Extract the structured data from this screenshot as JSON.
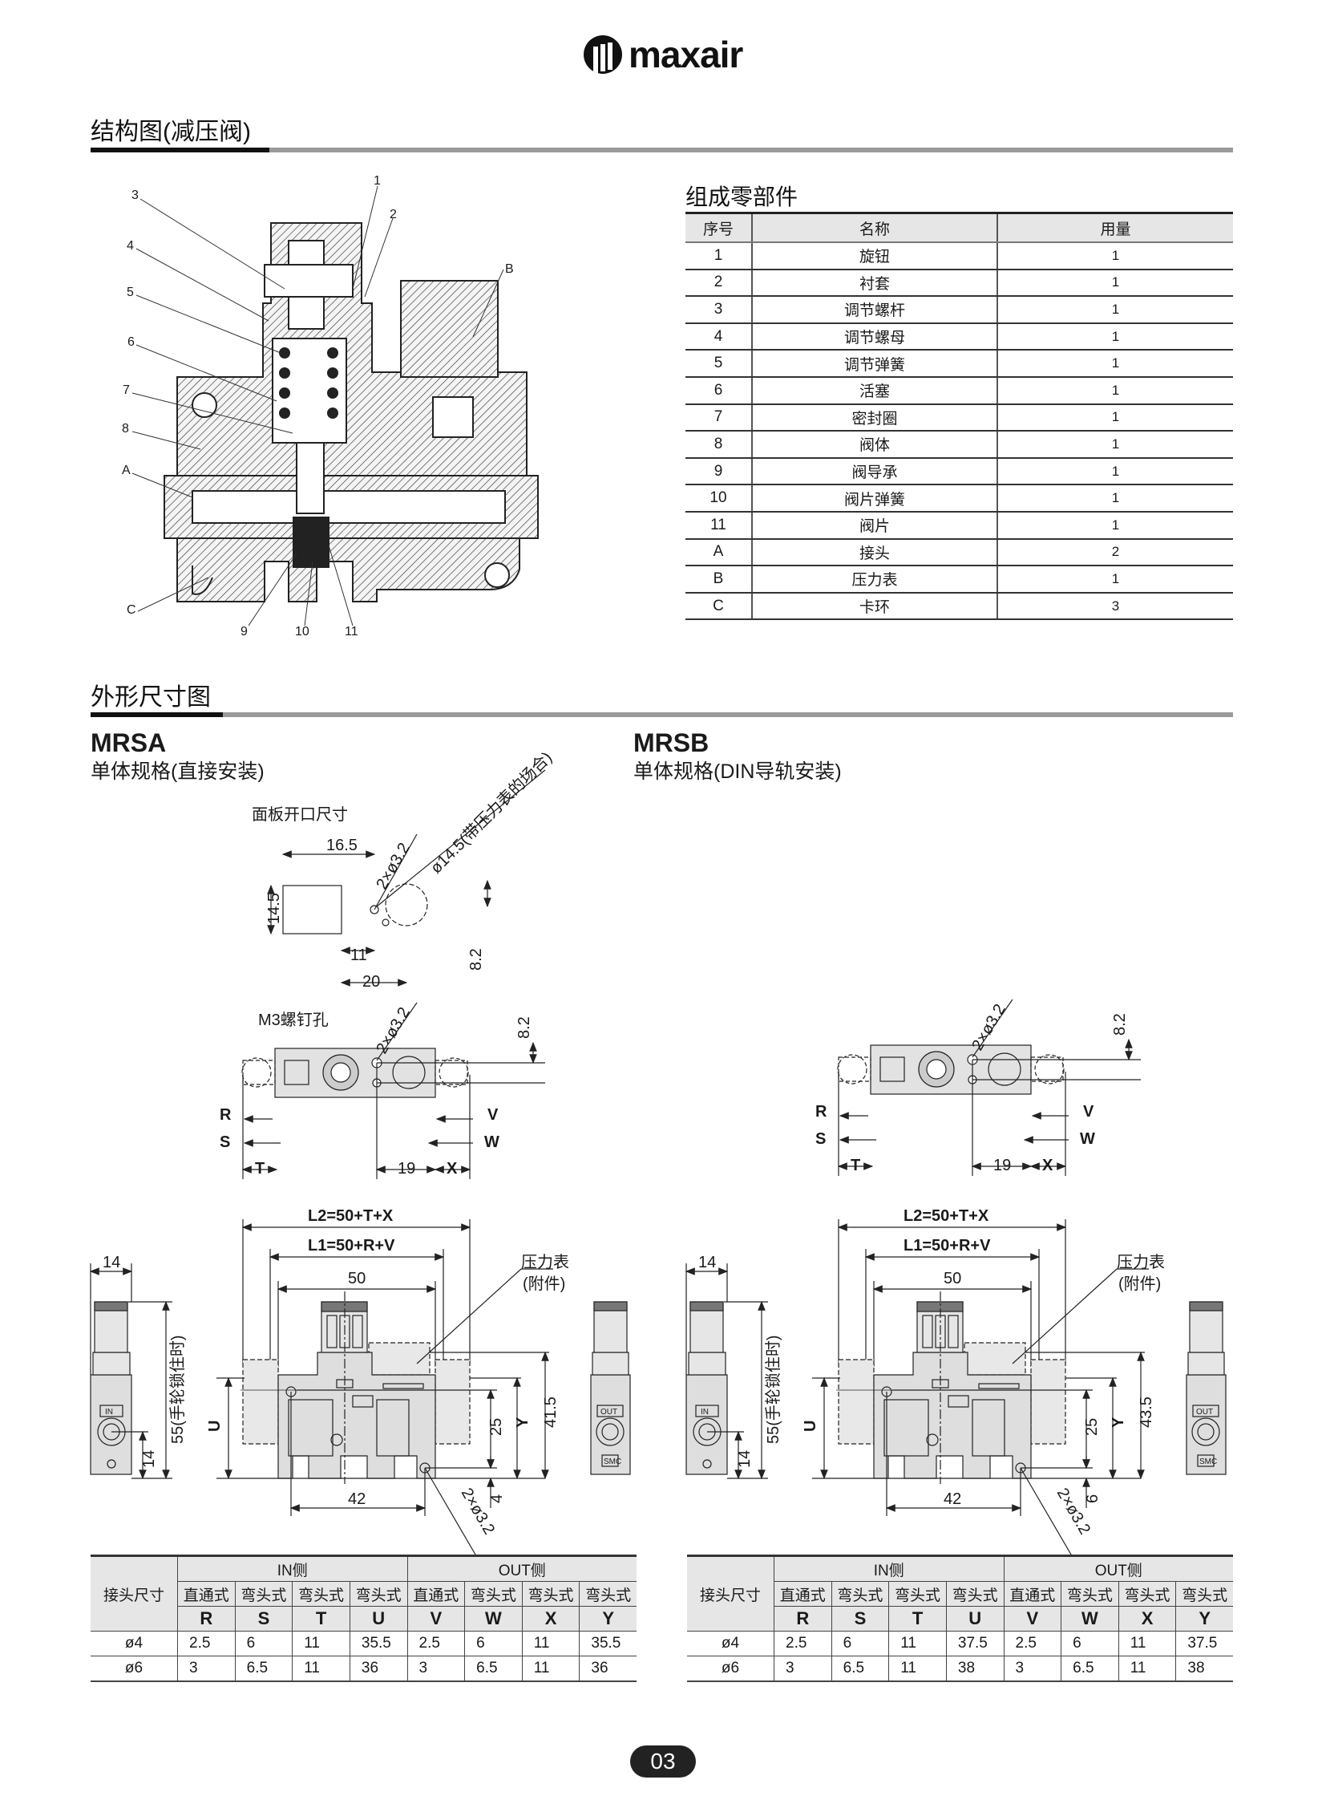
{
  "brand": {
    "name": "maxair"
  },
  "sections": {
    "structure_title": "结构图(减压阀)",
    "dimension_title": "外形尺寸图"
  },
  "parts": {
    "title": "组成零部件",
    "headers": [
      "序号",
      "名称",
      "用量"
    ],
    "rows": [
      [
        "1",
        "旋钮",
        "1"
      ],
      [
        "2",
        "衬套",
        "1"
      ],
      [
        "3",
        "调节螺杆",
        "1"
      ],
      [
        "4",
        "调节螺母",
        "1"
      ],
      [
        "5",
        "调节弹簧",
        "1"
      ],
      [
        "6",
        "活塞",
        "1"
      ],
      [
        "7",
        "密封圈",
        "1"
      ],
      [
        "8",
        "阀体",
        "1"
      ],
      [
        "9",
        "阀导承",
        "1"
      ],
      [
        "10",
        "阀片弹簧",
        "1"
      ],
      [
        "11",
        "阀片",
        "1"
      ],
      [
        "A",
        "接头",
        "2"
      ],
      [
        "B",
        "压力表",
        "1"
      ],
      [
        "C",
        "卡环",
        "3"
      ]
    ]
  },
  "structure_labels": [
    "1",
    "2",
    "3",
    "4",
    "5",
    "6",
    "7",
    "8",
    "A",
    "C",
    "9",
    "10",
    "11",
    "B"
  ],
  "mrsa": {
    "model": "MRSA",
    "subtitle": "单体规格(直接安装)",
    "panel": {
      "title": "面板开口尺寸",
      "w": "16.5",
      "h": "14.5",
      "holes": "2×ø3.2",
      "gauge": "ø14.5(带压力表的场合)",
      "d11": "11",
      "d20": "20",
      "d82": "8.2"
    },
    "top": {
      "screw": "M3螺钉孔",
      "holes": "2×ø3.2",
      "d82": "8.2",
      "R": "R",
      "S": "S",
      "T": "T",
      "V": "V",
      "W": "W",
      "X": "X",
      "d19": "19"
    },
    "front": {
      "L2": "L2=50+T+X",
      "L1": "L1=50+R+V",
      "d50": "50",
      "gauge": "压力表",
      "accessory": "(附件)",
      "w14": "14",
      "h55": "55(手轮锁住时)",
      "h14": "14",
      "U": "U",
      "d25": "25",
      "Y": "Y",
      "total": "41.5",
      "bottom": "4",
      "d42": "42",
      "holes": "2×ø3.2",
      "in": "IN",
      "out": "OUT",
      "smc": "SMC"
    }
  },
  "mrsb": {
    "model": "MRSB",
    "subtitle": "单体规格(DIN导轨安装)",
    "top": {
      "holes": "2×ø3.2",
      "d82": "8.2",
      "R": "R",
      "S": "S",
      "T": "T",
      "V": "V",
      "W": "W",
      "X": "X",
      "d19": "19"
    },
    "front": {
      "L2": "L2=50+T+X",
      "L1": "L1=50+R+V",
      "d50": "50",
      "gauge": "压力表",
      "accessory": "(附件)",
      "w14": "14",
      "h55": "55(手轮锁住时)",
      "h14": "14",
      "U": "U",
      "d25": "25",
      "Y": "Y",
      "total": "43.5",
      "bottom": "6",
      "d42": "42",
      "holes": "2×ø3.2",
      "in": "IN",
      "out": "OUT",
      "smc": "SMC"
    }
  },
  "dim_tables": [
    {
      "row_header": "接头尺寸",
      "in_side": "IN侧",
      "out_side": "OUT侧",
      "types": [
        "直通式",
        "弯头式",
        "弯头式",
        "弯头式",
        "直通式",
        "弯头式",
        "弯头式",
        "弯头式"
      ],
      "letters": [
        "R",
        "S",
        "T",
        "U",
        "V",
        "W",
        "X",
        "Y"
      ],
      "rows": [
        {
          "size": "ø4",
          "values": [
            "2.5",
            "6",
            "11",
            "35.5",
            "2.5",
            "6",
            "11",
            "35.5"
          ]
        },
        {
          "size": "ø6",
          "values": [
            "3",
            "6.5",
            "11",
            "36",
            "3",
            "6.5",
            "11",
            "36"
          ]
        }
      ]
    },
    {
      "row_header": "接头尺寸",
      "in_side": "IN侧",
      "out_side": "OUT侧",
      "types": [
        "直通式",
        "弯头式",
        "弯头式",
        "弯头式",
        "直通式",
        "弯头式",
        "弯头式",
        "弯头式"
      ],
      "letters": [
        "R",
        "S",
        "T",
        "U",
        "V",
        "W",
        "X",
        "Y"
      ],
      "rows": [
        {
          "size": "ø4",
          "values": [
            "2.5",
            "6",
            "11",
            "37.5",
            "2.5",
            "6",
            "11",
            "37.5"
          ]
        },
        {
          "size": "ø6",
          "values": [
            "3",
            "6.5",
            "11",
            "38",
            "3",
            "6.5",
            "11",
            "38"
          ]
        }
      ]
    }
  ],
  "page_number": "03"
}
